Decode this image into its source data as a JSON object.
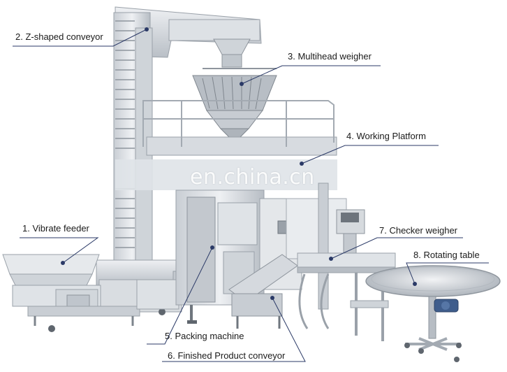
{
  "labels": {
    "z_conveyor": "2. Z-shaped conveyor",
    "multihead": "3. Multihead weigher",
    "platform": "4. Working Platform",
    "vibrate": "1. Vibrate feeder",
    "checker": "7. Checker weigher",
    "rotating": "8. Rotating table",
    "packing": "5. Packing machine",
    "finished": "6. Finished Product conveyor"
  },
  "watermark": "en.china.cn",
  "colors": {
    "leader_line": "#2b3a67",
    "steel_light": "#e3e6ea",
    "steel_mid": "#c4c9cf",
    "steel_dark": "#8e959d",
    "motor_blue": "#3f5d8c"
  }
}
